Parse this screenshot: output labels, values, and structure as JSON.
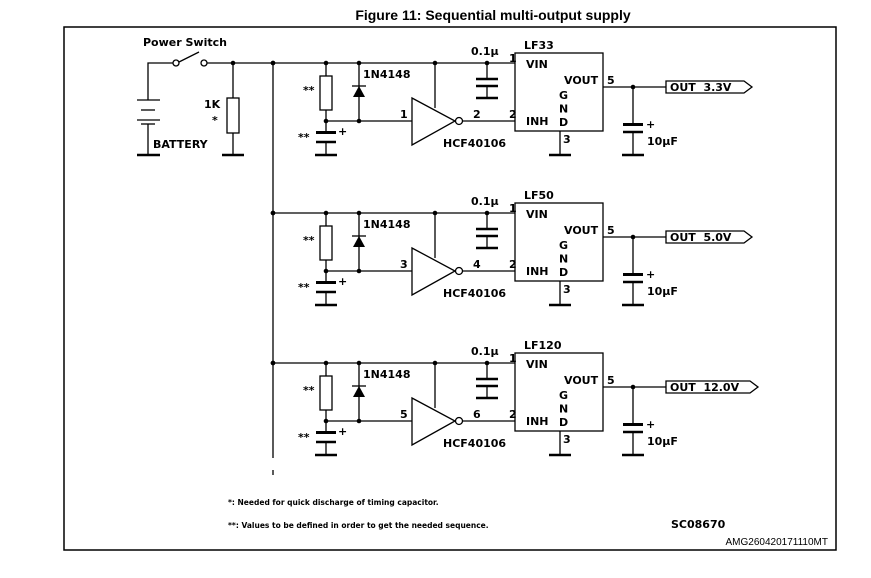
{
  "title": "Figure 11: Sequential multi-output supply",
  "input": {
    "switch_label": "Power Switch",
    "battery_label": "BATTERY",
    "resistor_value": "1K",
    "resistor_mark": "*"
  },
  "stages": [
    {
      "regulator": "LF33",
      "output": "OUT  3.3V",
      "inv_in_pin": "1",
      "inv_out_pin": "2"
    },
    {
      "regulator": "LF50",
      "output": "OUT  5.0V",
      "inv_in_pin": "3",
      "inv_out_pin": "4"
    },
    {
      "regulator": "LF120",
      "output": "OUT  12.0V",
      "inv_in_pin": "5",
      "inv_out_pin": "6"
    }
  ],
  "common": {
    "diode": "1N4148",
    "inverter": "HCF40106",
    "input_cap": "0.1µ",
    "output_cap": "10µF",
    "timing_mark": "**",
    "pin_vin": "VIN",
    "pin_vout": "VOUT",
    "pin_inh": "INH",
    "pin_gnd": [
      "G",
      "N",
      "D"
    ],
    "pin_vin_num": "1",
    "pin_inh_num": "2",
    "pin_gnd_num": "3",
    "pin_vout_num": "5"
  },
  "notes": [
    "*: Needed for quick discharge of timing capacitor.",
    "**: Values to be defined in order to get the needed sequence."
  ],
  "drawing_code": "SC08670",
  "figure_id": "AMG260420171110MT"
}
